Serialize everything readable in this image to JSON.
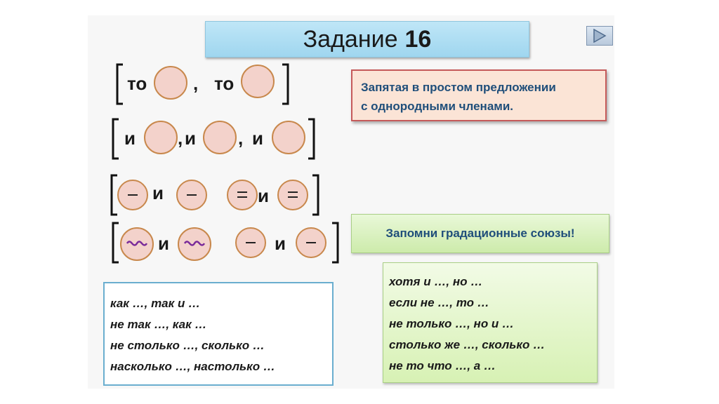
{
  "title": {
    "prefix": "Задание",
    "number": "16"
  },
  "formulas": {
    "row1": {
      "w1": "то",
      "comma": ",",
      "w2": "то"
    },
    "row2": {
      "w1": "и",
      "c1": ",",
      "w2": "и",
      "c2": ",",
      "w3": "и"
    },
    "row3": {
      "w1": "и",
      "w2": "и"
    },
    "row4": {
      "w1": "и",
      "w2": "и"
    }
  },
  "rule_box": {
    "line1": "Запятая в простом предложении",
    "line2": "с однородными членами."
  },
  "reminder": {
    "label": "Запомни градационные союзы!"
  },
  "left_list": [
    "как …, так и …",
    "не так …, как …",
    "не столько …, сколько …",
    "насколько …, настолько …"
  ],
  "right_list": [
    "хотя и …, но …",
    "если не …, то …",
    "не только …, но и …",
    "столько же …, сколько …",
    "не то что …, а …"
  ],
  "colors": {
    "circle_fill": "#f3d2cb",
    "circle_border": "#c8884c",
    "wave": "#7a2b9a",
    "rule_text": "#1f4e7a"
  }
}
